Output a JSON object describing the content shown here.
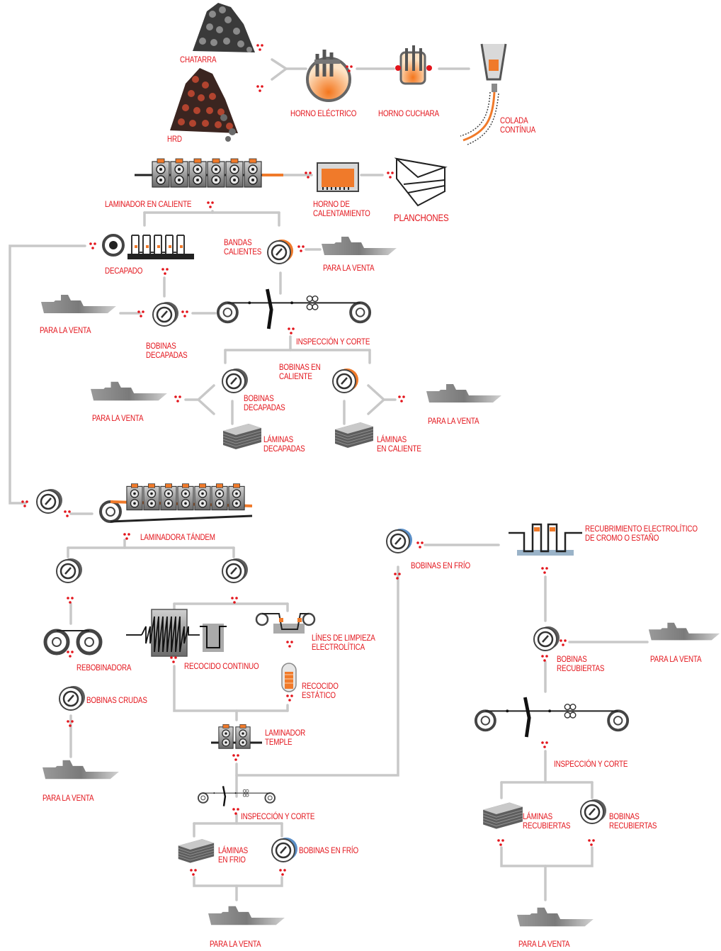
{
  "labels": {
    "chatarra": "CHATARRA",
    "hrd": "HRD",
    "horno_electrico": "HORNO ELÉCTRICO",
    "horno_cuchara": "HORNO CUCHARA",
    "colada_continua": "COLADA\nCONTÍNUA",
    "laminador_caliente": "LAMINADOR EN CALIENTE",
    "horno_calentamiento": "HORNO DE\nCALENTAMIENTO",
    "planchones": "PLANCHONES",
    "decapado": "DECAPADO",
    "bandas_calientes": "BANDAS\nCALIENTES",
    "venta_1": "PARA LA VENTA",
    "venta_2": "PARA LA VENTA",
    "bobinas_decapadas_1": "BOBINAS\nDECAPADAS",
    "inspeccion_corte_1": "INSPECCIÓN Y CORTE",
    "bobinas_caliente": "BOBINAS EN\nCALIENTE",
    "venta_3": "PARA LA VENTA",
    "bobinas_decapadas_2": "BOBINAS\nDECAPADAS",
    "laminas_decapadas": "LÁMINAS\nDECAPADAS",
    "laminas_caliente": "LÁMINAS\nEN CALIENTE",
    "venta_4": "PARA LA VENTA",
    "laminadora_tandem": "LAMINADORA TÁNDEM",
    "bobinas_frio_top": "BOBINAS EN FRÍO",
    "recubrimiento": "RECUBRIMIENTO ELECTROLÍTICO\nDE CROMO O ESTAÑO",
    "rebobinadora": "REBOBINADORA",
    "recocido_continuo": "RECOCIDO CONTINUO",
    "lineas_limpieza": "LÍNES DE LIMPIEZA\nELECTROLÍTICA",
    "recocido_estatico": "RECOCIDO\nESTÁTICO",
    "bobinas_crudas": "BOBINAS CRUDAS",
    "bobinas_recubiertas_1": "BOBINAS\nRECUBIERTAS",
    "venta_5": "PARA LA VENTA",
    "laminador_temple": "LAMINADOR\nTEMPLE",
    "inspeccion_corte_2": "INSPECCIÓN Y CORTE",
    "venta_6": "PARA LA VENTA",
    "inspeccion_corte_3": "INSPECCIÓN Y CORTE",
    "laminas_frio": "LÁMINAS\nEN FRIO",
    "bobinas_frio_bottom": "BOBINAS EN FRÍO",
    "laminas_recubiertas": "LÁMINAS\nRECUBIERTAS",
    "bobinas_recubiertas_2": "BOBINAS\nRECUBIERTAS",
    "venta_7": "PARA LA VENTA",
    "venta_8": "PARA LA VENTA"
  },
  "colors": {
    "label": "#e3141b",
    "line": "#c8c8c8",
    "dots": "#e3141b",
    "machine": "#6e6e6e",
    "hot": "#f07a2a"
  }
}
